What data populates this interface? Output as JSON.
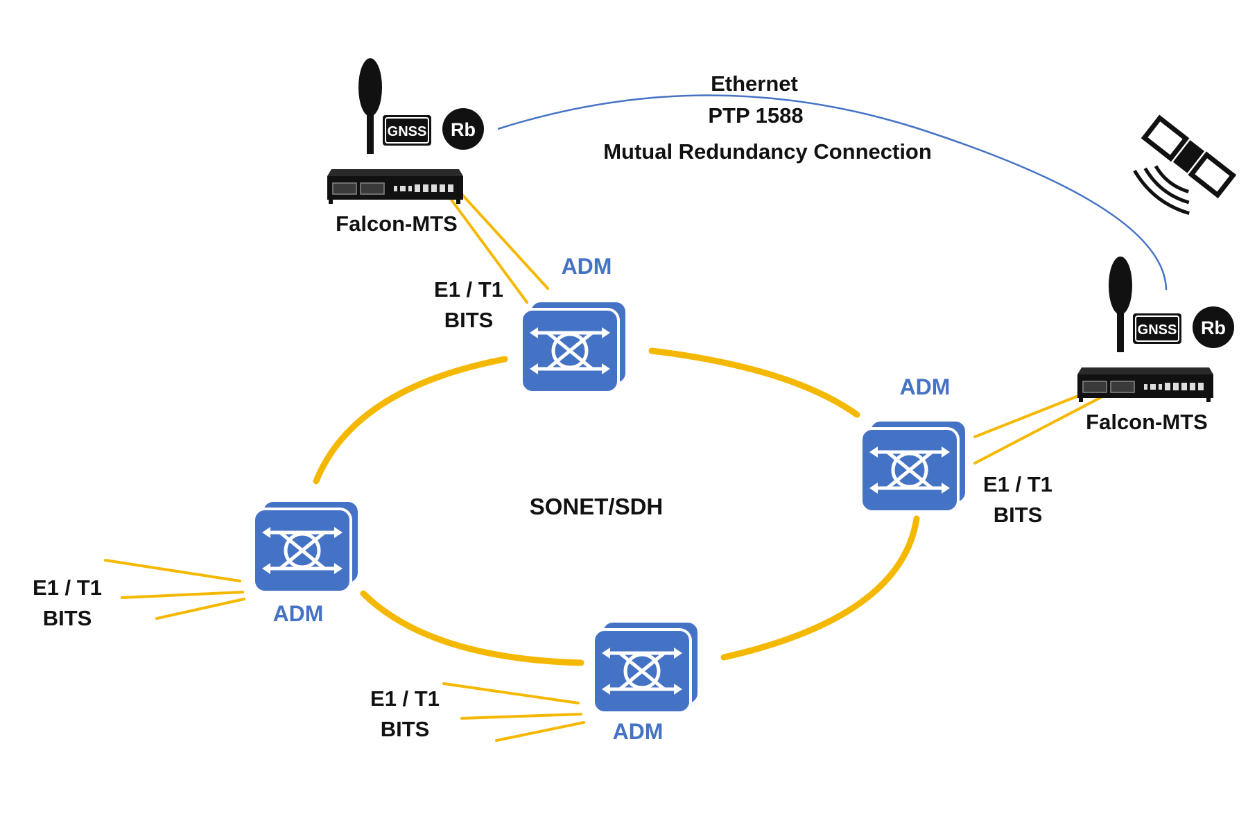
{
  "colors": {
    "ring": "#f5b800",
    "adm_fill": "#4472c4",
    "ethernet_line": "#4472c4",
    "device": "#111111",
    "text_dark": "#111111",
    "text_blue": "#4472c4"
  },
  "network": {
    "center_label": "SONET/SDH",
    "link": {
      "line1": "Ethernet",
      "line2": "PTP 1588",
      "line3": "Mutual Redundancy Connection"
    }
  },
  "devices": [
    {
      "name": "Falcon-MTS",
      "badges": [
        "GNSS",
        "Rb"
      ],
      "icon": "antenna-icon"
    },
    {
      "name": "Falcon-MTS",
      "badges": [
        "GNSS",
        "Rb"
      ],
      "icon": "antenna-icon"
    }
  ],
  "nodes": [
    {
      "label": "ADM",
      "io_line1": "E1 / T1",
      "io_line2": "BITS"
    },
    {
      "label": "ADM",
      "io_line1": "E1 / T1",
      "io_line2": "BITS"
    },
    {
      "label": "ADM",
      "io_line1": "E1 / T1",
      "io_line2": "BITS"
    },
    {
      "label": "ADM",
      "io_line1": "E1 / T1",
      "io_line2": "BITS"
    }
  ],
  "satellite": {
    "icon": "satellite-icon"
  }
}
